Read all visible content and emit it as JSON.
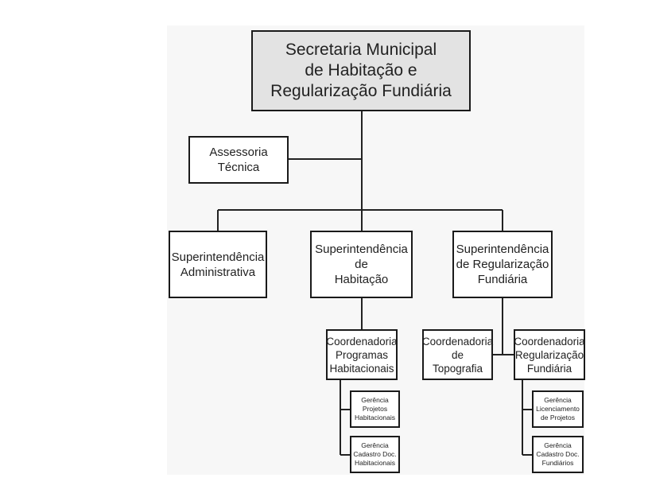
{
  "org_chart": {
    "root": "Secretaria Municipal\nde Habitação e\nRegularização Fundiária",
    "assessoria": "Assessoria\nTécnica",
    "sup_admin": "Superintendência\nAdministrativa",
    "sup_habitacao": "Superintendência\nde\nHabitação",
    "sup_regularizacao": "Superintendência\nde Regularização\nFundiária",
    "coord_programas": "Coordenadoria\nProgramas\nHabitacionais",
    "coord_topografia": "Coordenadoria\nde\nTopografia",
    "coord_regularizacao": "Coordenadoria\nRegularização\nFundiária",
    "ger_projetos": "Gerência\nProjetos\nHabitacionais",
    "ger_cadastro_hab": "Gerência\nCadastro Doc.\nHabitacionais",
    "ger_licenciamento": "Gerência\nLicenciamento\nde Projetos",
    "ger_cadastro_fund": "Gerência\nCadastro Doc.\nFundiários"
  }
}
